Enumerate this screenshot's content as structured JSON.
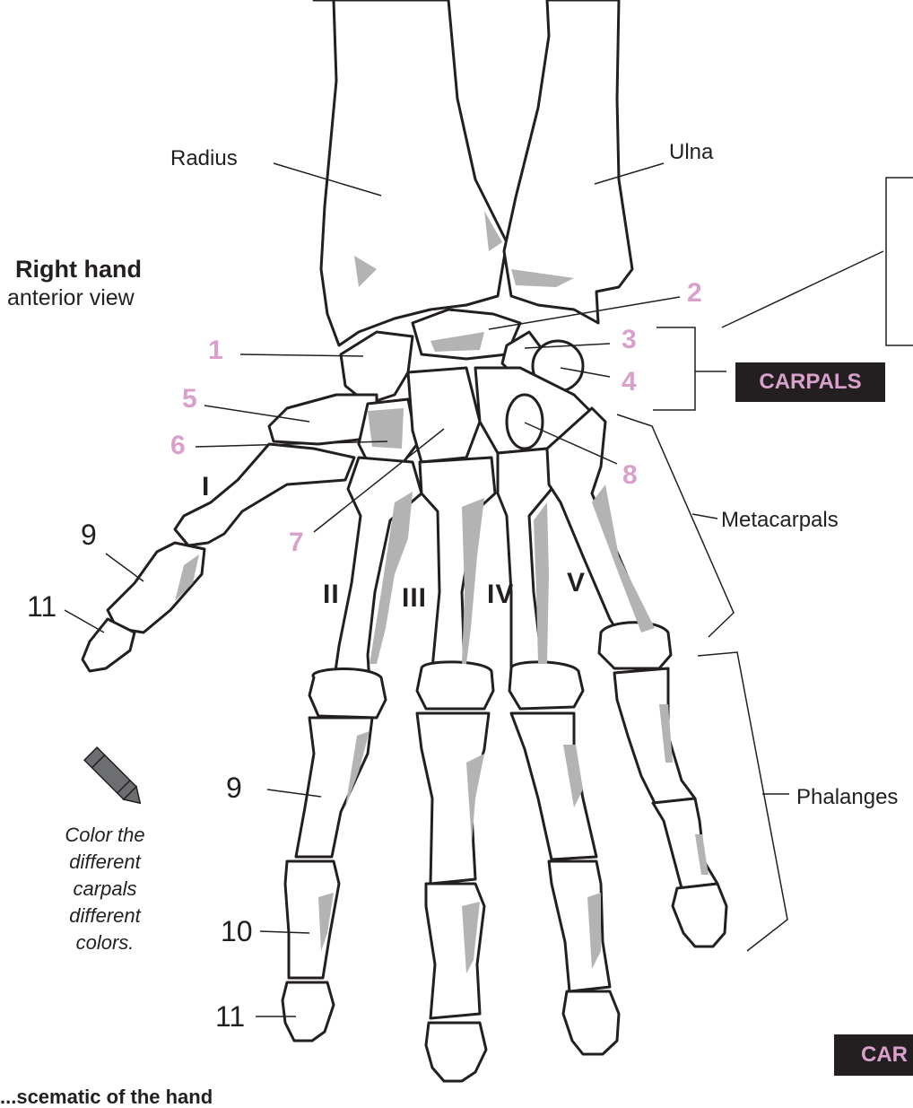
{
  "title": "Right hand",
  "subtitle": "anterior view",
  "bones": {
    "radius": "Radius",
    "ulna": "Ulna",
    "carpals_box": "CARPALS",
    "metacarpals": "Metacarpals",
    "phalanges": "Phalanges"
  },
  "carpal_numbers": [
    "1",
    "2",
    "3",
    "4",
    "5",
    "6",
    "7",
    "8"
  ],
  "phalanx_numbers": {
    "thumb_proximal": "9",
    "thumb_distal": "11",
    "proximal": "9",
    "middle": "10",
    "distal": "11"
  },
  "digit_numerals": [
    "I",
    "II",
    "III",
    "IV",
    "V"
  ],
  "instruction": [
    "Color the",
    "different",
    "carpals",
    "different",
    "colors."
  ],
  "cut_off": {
    "box_bottom_right": "CAR",
    "caption_bottom_left": "...scematic of the hand"
  },
  "colors": {
    "ink": "#231f20",
    "bone_shade": "#b3b3b3",
    "carpal_number": "#d9a0cc",
    "box_bg": "#231f20"
  }
}
